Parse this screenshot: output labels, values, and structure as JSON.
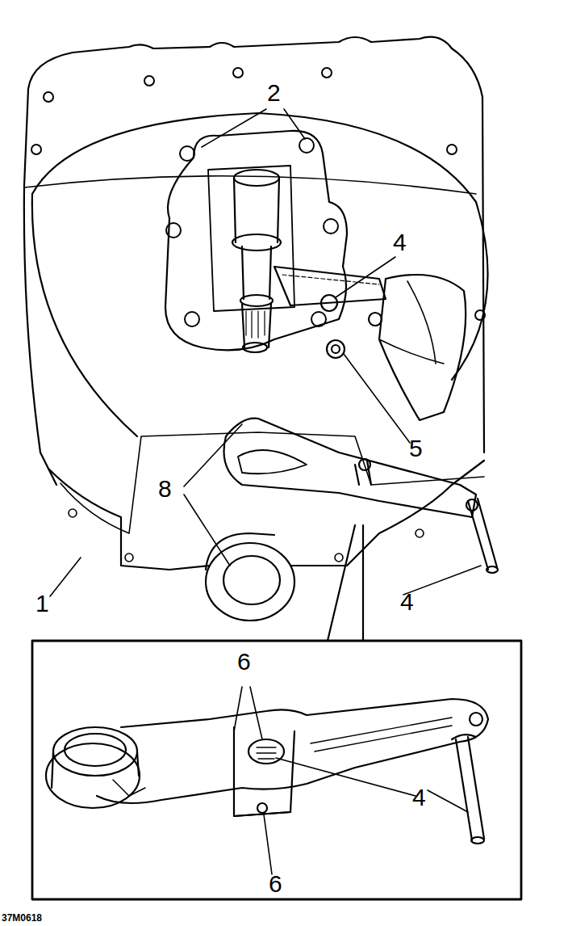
{
  "diagram": {
    "labels": [
      "2",
      "4",
      "5",
      "8",
      "1",
      "4",
      "6",
      "6",
      "4",
      "37M0618"
    ]
  }
}
